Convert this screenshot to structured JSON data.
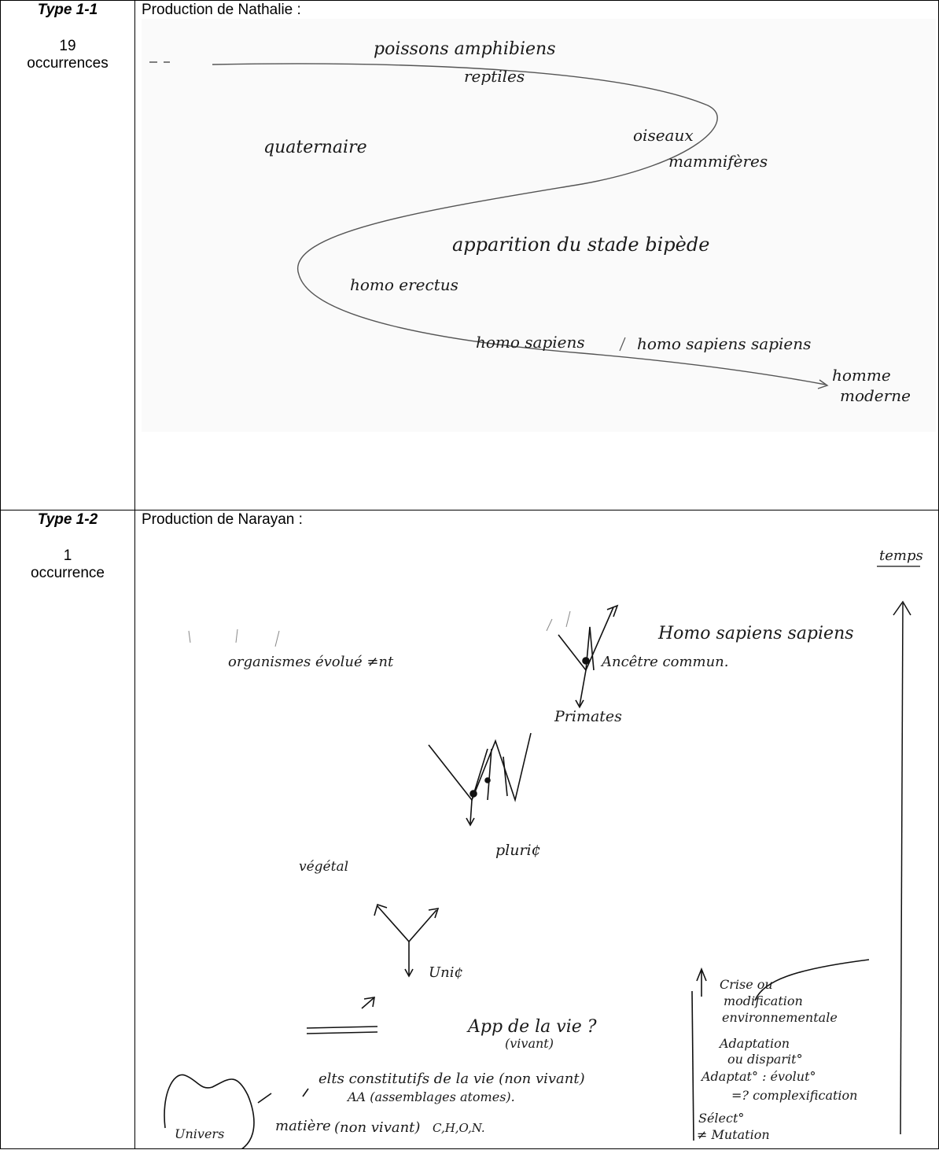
{
  "rows": [
    {
      "type_label": "Type 1-1",
      "count": "19",
      "count_unit": "occurrences",
      "caption": "Production de Nathalie :",
      "sketch_text": {
        "poissons": "poissons amphibiens",
        "reptiles": "reptiles",
        "quaternaire": "quaternaire",
        "oiseaux": "oiseaux",
        "mammiferes": "mammifères",
        "bipede": "apparition du stade bipède",
        "erectus": "homo erectus",
        "sapiens": "homo sapiens",
        "sapiens_sapiens": "homo sapiens sapiens",
        "homme": "homme",
        "moderne": "moderne"
      }
    },
    {
      "type_label": "Type 1-2",
      "count": "1",
      "count_unit": "occurrence",
      "caption": "Production de Narayan :",
      "sketch_text": {
        "temps": "temps",
        "homo": "Homo sapiens sapiens",
        "organismes": "organismes évolué ≠nt",
        "ancetre": "Ancêtre commun.",
        "primates": "Primates",
        "vegetal": "végétal",
        "pluri": "pluri¢",
        "uni": "Uni¢",
        "app": "App de la vie ?",
        "vivant": "(vivant)",
        "elts": "elts constitutifs de la vie (non vivant)",
        "aa": "AA (assemblages atomes).",
        "matiere": "matière",
        "non_vivant": "(non vivant)",
        "chon": "C,H,O,N.",
        "univers": "Univers",
        "crise": "Crise ou",
        "modif": "modification",
        "env": "environnementale",
        "adaptation": "Adaptation",
        "disparit": "ou disparit°",
        "adaptat": "Adaptat° : évolut°",
        "complex": "=? complexification",
        "select": "Sélect°",
        "mutation": "≠ Mutation"
      }
    }
  ]
}
